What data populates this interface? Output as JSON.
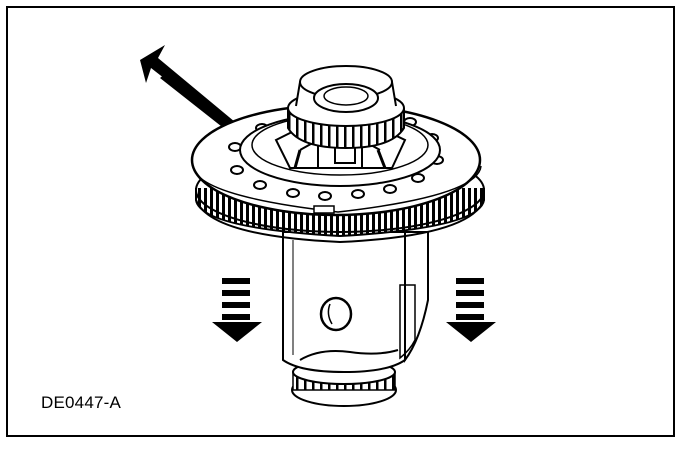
{
  "figure": {
    "code": "DE0447-A"
  },
  "illustration": {
    "subject": "differential-case-with-ring-gear",
    "indicators": [
      "pointer-arrow",
      "down-arrow-left",
      "down-arrow-right"
    ]
  },
  "colors": {
    "ink": "#000000",
    "paper": "#ffffff",
    "shade": "#d9d9d9"
  }
}
